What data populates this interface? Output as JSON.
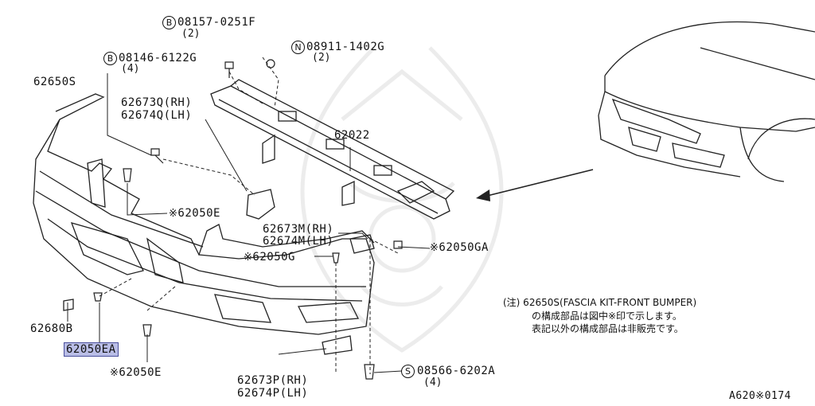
{
  "labels": {
    "bolt_top": {
      "code": "08157-0251F",
      "qty": "(2)",
      "symbol": "B"
    },
    "nut_top": {
      "code": "08911-1402G",
      "qty": "(2)",
      "symbol": "N"
    },
    "bolt_left": {
      "code": "08146-6122G",
      "qty": "(4)",
      "symbol": "B"
    },
    "fascia": "62650S",
    "bracket_q_rh": "62673Q(RH)",
    "bracket_q_lh": "62674Q(LH)",
    "reinforcement": "62022",
    "clip_e_upper": "62050E",
    "bracket_m_rh": "62673M(RH)",
    "bracket_m_lh": "62674M(LH)",
    "clip_g": "62050G",
    "clip_ga": "62050GA",
    "bracket_b": "62680B",
    "clip_ea": "62050EA",
    "clip_e_lower": "62050E",
    "bracket_p_rh": "62673P(RH)",
    "bracket_p_lh": "62674P(LH)",
    "screw": {
      "code": "08566-6202A",
      "qty": "(4)",
      "symbol": "S"
    },
    "star": "※",
    "diagram_id": "A620※0174"
  },
  "note": {
    "line1": "(注) 62650S(FASCIA KIT-FRONT BUMPER)",
    "line2": "の構成部品は図中※印で示します。",
    "line3": "表記以外の構成部品は非販売です。"
  }
}
